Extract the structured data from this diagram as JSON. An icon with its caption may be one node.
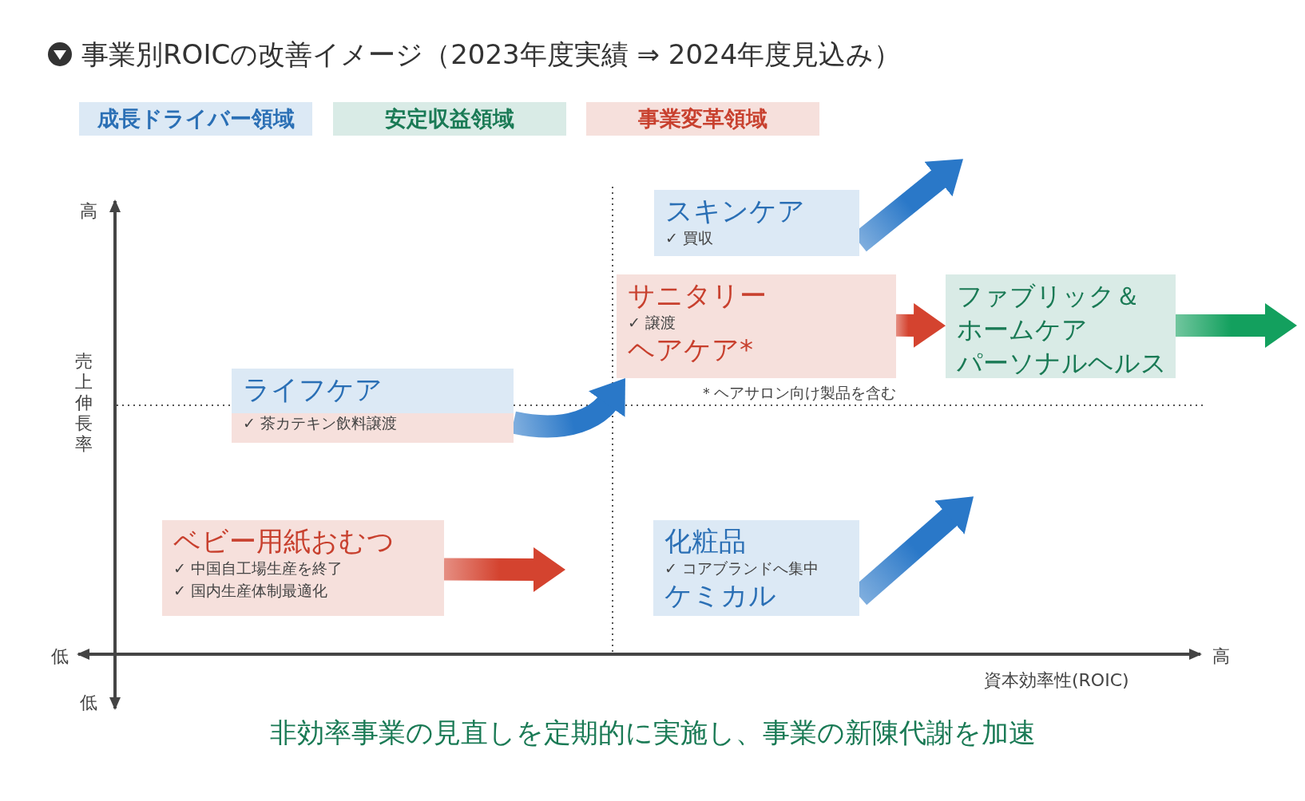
{
  "diagram": {
    "title": "事業別ROICの改善イメージ（2023年度実績 ⇒ 2024年度見込み）",
    "caption": "非効率事業の見直しを定期的に実施し、事業の新陳代謝を加速",
    "nodes": [
      {
        "text": [
          "スキンケア",
          "✓ 買収"
        ]
      },
      {
        "text": [
          "サニタリー",
          "✓ 譲渡",
          "ヘアケア*"
        ],
        "beside": [
          "＊ヘアサロン向け製品を含む"
        ]
      },
      {
        "text": [
          "ファブリック＆ホームケア",
          "パーソナルヘルス"
        ]
      },
      {
        "text": [
          "ライフケア",
          "✓ 茶カテキン飲料譲渡"
        ]
      },
      {
        "text": [
          "ベビー用紙おむつ",
          "✓ 中国自工場生産を終了",
          "✓ 国内生産体制最適化"
        ]
      },
      {
        "text": [
          "化粧品",
          "✓ コアブランドへ集中",
          "ケミカル"
        ]
      }
    ],
    "edges": [
      {
        "from": 0,
        "to": null,
        "arrow": "to"
      },
      {
        "from": 1,
        "to": 2,
        "arrow": "to",
        "color": "#d4432f"
      },
      {
        "from": 2,
        "to": null,
        "arrow": "to",
        "color": "#13a05e"
      },
      {
        "from": 3,
        "to": 1,
        "arrow": "to"
      },
      {
        "from": 4,
        "to": null,
        "arrow": "to",
        "color": "#d4432f"
      },
      {
        "from": 5,
        "to": null,
        "arrow": "to"
      }
    ],
    "labels": [
      "高",
      "売上伸長率",
      "低",
      "低",
      "高",
      "資本効率性(ROIC)"
    ],
    "legend": [
      {
        "text": "成長ドライバー領域",
        "color": "#dce9f5"
      },
      {
        "text": "安定収益領域",
        "color": "#d9ebe6"
      },
      {
        "text": "事業変革領域",
        "color": "#f6e0dc"
      }
    ]
  }
}
